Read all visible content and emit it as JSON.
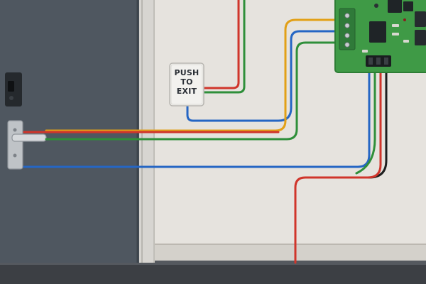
{
  "scene": {
    "exit_button": {
      "lines": [
        "PUSH",
        "TO",
        "EXIT"
      ]
    },
    "wire_colors": {
      "red": "#d0352b",
      "green": "#2f8f3a",
      "blue": "#2566c4",
      "yellow": "#e2a017",
      "black": "#1e1e1e"
    },
    "colors": {
      "wall": "#e6e3de",
      "door": "#4f5760",
      "frame": "#d7d5d1",
      "floor": "#3c3f44",
      "board": "#3f9a46",
      "terminal": "#2f7a39"
    }
  }
}
